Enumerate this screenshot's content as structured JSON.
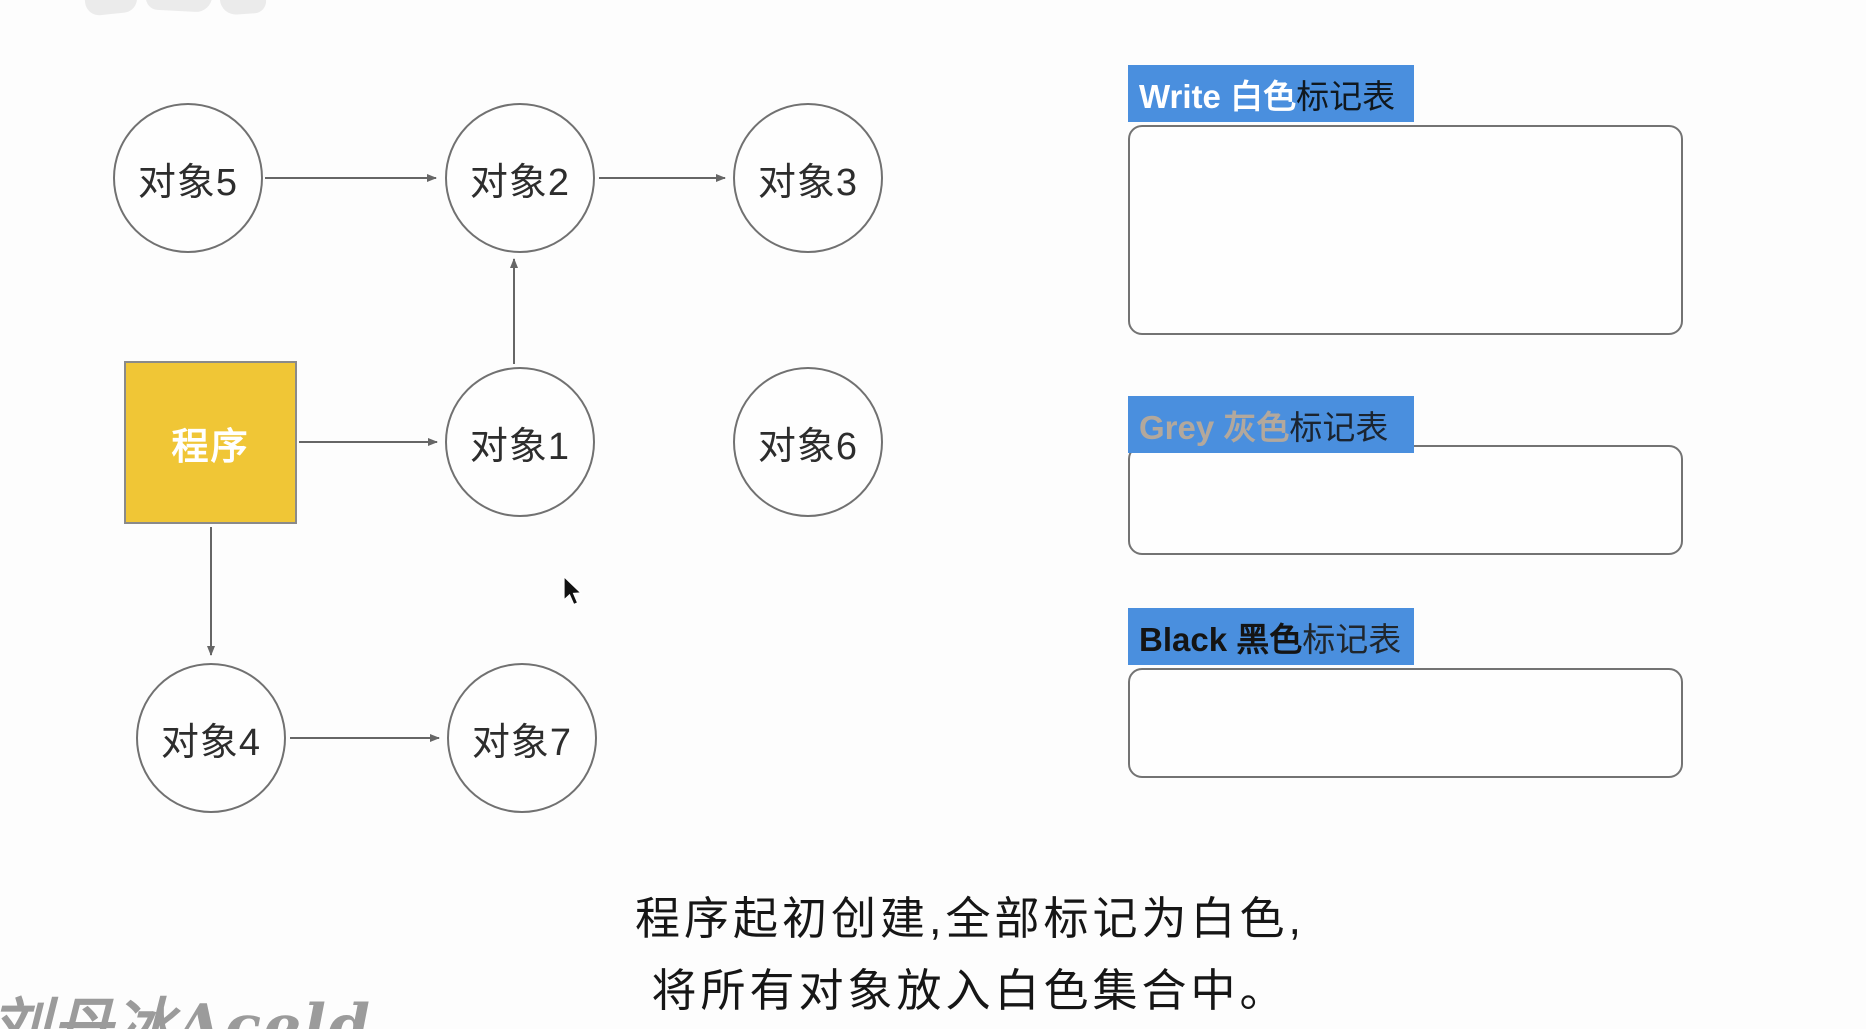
{
  "diagram": {
    "program": {
      "label": "程序"
    },
    "nodes": [
      {
        "id": "obj5",
        "label": "对象5"
      },
      {
        "id": "obj2",
        "label": "对象2"
      },
      {
        "id": "obj3",
        "label": "对象3"
      },
      {
        "id": "obj1",
        "label": "对象1"
      },
      {
        "id": "obj6",
        "label": "对象6"
      },
      {
        "id": "obj4",
        "label": "对象4"
      },
      {
        "id": "obj7",
        "label": "对象7"
      }
    ],
    "edges": [
      {
        "from": "对象5",
        "to": "对象2"
      },
      {
        "from": "对象2",
        "to": "对象3"
      },
      {
        "from": "对象1",
        "to": "对象2"
      },
      {
        "from": "程序",
        "to": "对象1"
      },
      {
        "from": "程序",
        "to": "对象4"
      },
      {
        "from": "对象4",
        "to": "对象7"
      }
    ]
  },
  "tables": [
    {
      "highlight": "Write 白色",
      "rest": "标记表",
      "highlight_color": "#ffffff",
      "rest_color": "#10181f"
    },
    {
      "highlight": "Grey 灰色",
      "rest": "标记表",
      "highlight_color": "#b3a89c",
      "rest_color": "#1b2430"
    },
    {
      "highlight": "Black 黑色",
      "rest": "标记表",
      "highlight_color": "#141414",
      "rest_color": "#20262c"
    }
  ],
  "caption": {
    "line1": "程序起初创建,全部标记为白色,",
    "line2": "将所有对象放入白色集合中。"
  },
  "watermark": {
    "text": "刘丹冰Aceld"
  },
  "colors": {
    "accent_blue": "#4a8fde",
    "program_yellow": "#f0c636",
    "edge_gray": "#666666",
    "circle_border": "#717171"
  }
}
